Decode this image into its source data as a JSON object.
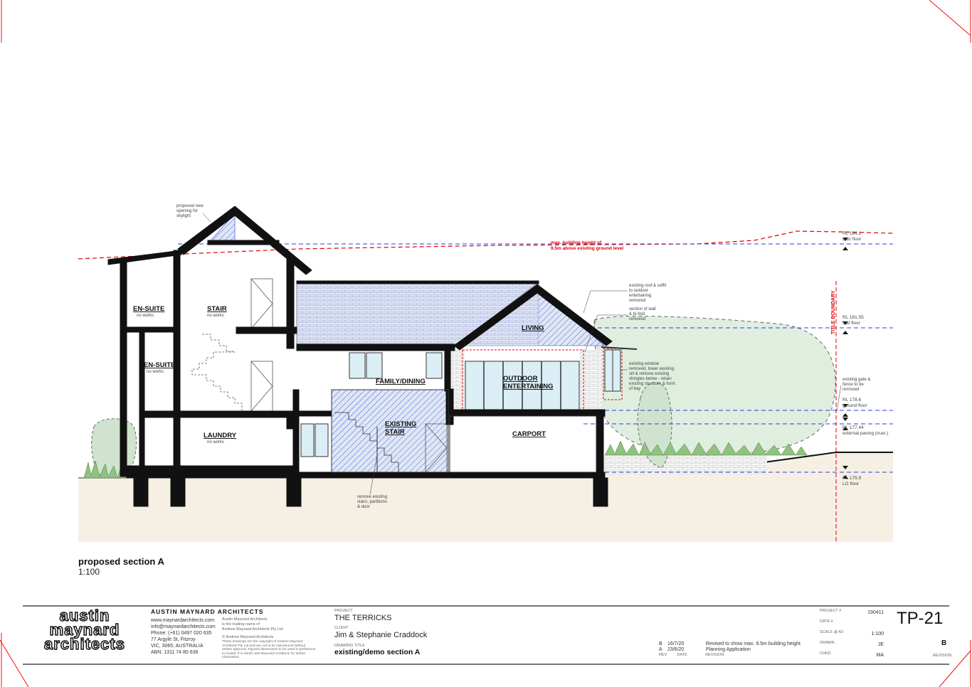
{
  "rooms": {
    "ensuite_upper": {
      "label": "EN-SUITE",
      "note": "no works"
    },
    "stair_upper": {
      "label": "STAIR",
      "note": "no works"
    },
    "ensuite_mid": {
      "label": "EN-SUITE",
      "note": "no works"
    },
    "laundry": {
      "label": "LAUNDRY",
      "note": "no works"
    },
    "living": {
      "label": "LIVING"
    },
    "family_dining": {
      "label": "FAMILY/DINING"
    },
    "outdoor_entertaining": {
      "label_line1": "OUTDOOR",
      "label_line2": "ENTERTAINING"
    },
    "existing_stair": {
      "label_line1": "EXISTING",
      "label_line2": "STAIR"
    },
    "carport": {
      "label": "CARPORT"
    }
  },
  "annotations": {
    "skylight": [
      "proposed new",
      "opening for",
      "skylight"
    ],
    "max_height": [
      "max. building height of",
      "9.5m above existing ground level"
    ],
    "roof_removed": [
      "existing roof & soffit",
      "to outdoor",
      "entertaining",
      "removed"
    ],
    "wall_removed": [
      "section of wall",
      "& bi-fold",
      "removed"
    ],
    "window_removed": [
      "existing window",
      "removed, lower existing",
      "sill & remove existing",
      "shingles below - retain",
      "existing structure & form",
      "of bay"
    ],
    "gate_removed": [
      "existing gate &",
      "fence to be",
      "removed"
    ],
    "stair_removed": [
      "remove existing",
      "stairs, partitions",
      "& door"
    ],
    "title_boundary": "TITLE BOUNDARY"
  },
  "levels": [
    {
      "rl": "RL 184.1",
      "name": "attic floor"
    },
    {
      "rl": "RL 181.55",
      "name": "first floor"
    },
    {
      "rl": "RL 178.6",
      "name": "ground floor"
    },
    {
      "rl": "RL 177.44",
      "name": "external paving (max.)"
    },
    {
      "rl": "RL 175.9",
      "name": "LG floor"
    }
  ],
  "section": {
    "title": "proposed section A",
    "scale": "1:100"
  },
  "title_block": {
    "logo_lines": [
      "austin",
      "maynard",
      "architects"
    ],
    "firm_name": "AUSTIN MAYNARD ARCHITECTS",
    "contact": [
      "www.maynardarchitects.com",
      "info@maynardarchitects.com",
      "Phone: (+61) 0497 020 635",
      "77 Argyle St, Fitzroy",
      "VIC, 3065, AUSTRALIA",
      "ABN: 1311 74 80 636"
    ],
    "trading": [
      "Austin Maynard Architects",
      "is the trading name of",
      "Andrew Maynard Architects Pty Ltd"
    ],
    "copyright_title": "© Andrew Maynard Architects",
    "copyright": [
      "These drawings are the copyright of Andrew Maynard",
      "Architects Pty Ltd and are not to be reproduced without",
      "written approval. Figured dimensions to be used in preference",
      "to scaled. If in doubt, ask Maynard Architects for further",
      "information."
    ],
    "project_label": "PROJECT",
    "project": "THE TERRICKS",
    "client_label": "CLIENT",
    "client": "Jim & Stephanie Craddock",
    "drawing_label": "DRAWING TITLE",
    "drawing": "existing/demo section  A",
    "revisions": [
      {
        "rev": "B",
        "date": "16/7/20",
        "desc": "Revised to show max. 9.5m building height"
      },
      {
        "rev": "A",
        "date": "23/6/20",
        "desc": "Planning Application"
      }
    ],
    "rev_headers": {
      "rev": "REV",
      "date": "DATE",
      "desc": "REVISION"
    },
    "meta": [
      {
        "label": "PROJECT #",
        "value": "190411"
      },
      {
        "label": "DATE #",
        "value": ""
      },
      {
        "label": "SCALE @ A3",
        "value": "1:100"
      },
      {
        "label": "DRAWN",
        "value": "JE"
      },
      {
        "label": "CHKD",
        "value": "MA"
      }
    ],
    "sheet": "TP-21",
    "revision": "B",
    "revision_label": "REVISION"
  }
}
